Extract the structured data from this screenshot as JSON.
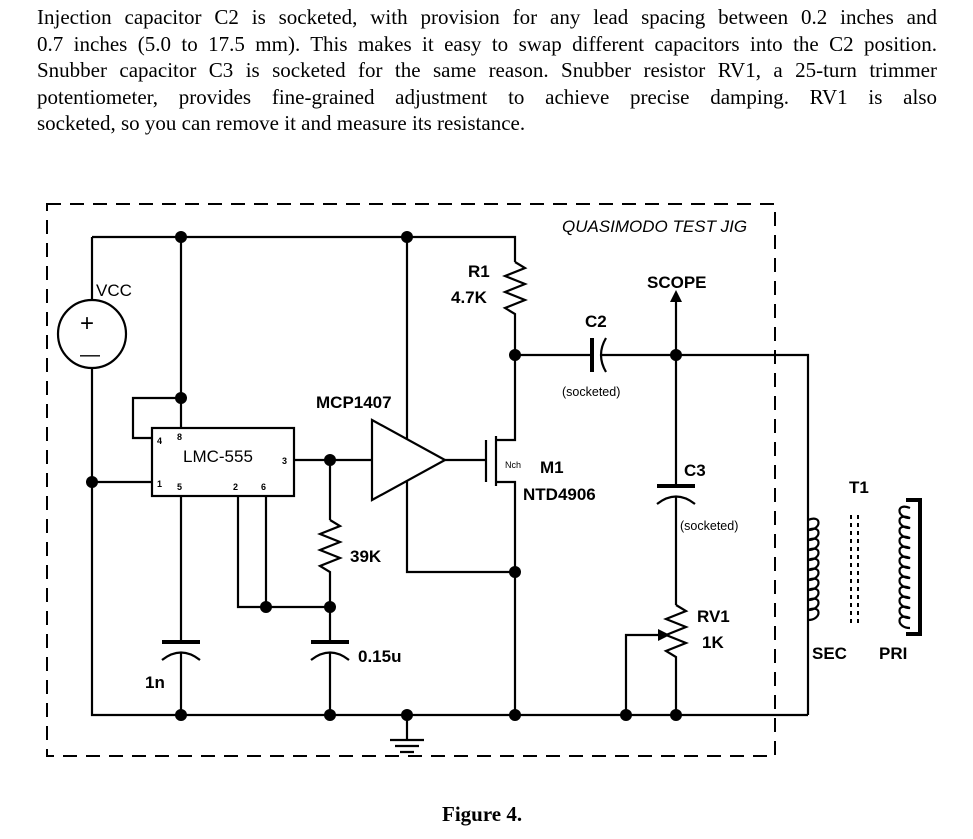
{
  "paragraph": {
    "lines": [
      "Injection capacitor C2 is socketed, with provision for any lead spacing between 0.2 inches and",
      "0.7 inches (5.0 to 17.5 mm).  This makes it easy to swap different capacitors into the C2 position.",
      "Snubber capacitor C3 is socketed for the same reason.  Snubber resistor RV1, a 25-turn trimmer",
      "potentiometer, provides fine-grained adjustment to achieve precise damping.   RV1 is also",
      "socketed, so you can remove it and measure its resistance."
    ]
  },
  "diagram": {
    "title": "QUASIMODO  TEST JIG",
    "vcc": "VCC",
    "vcc_plus": "+",
    "vcc_minus": "—",
    "ic555": {
      "name": "LMC-555",
      "pin4": "4",
      "pin8": "8",
      "pin3": "3",
      "pin1": "1",
      "pin5": "5",
      "pin2": "2",
      "pin6": "6"
    },
    "driver": "MCP1407",
    "r1": {
      "ref": "R1",
      "value": "4.7K"
    },
    "c2": {
      "ref": "C2",
      "note": "(socketed)"
    },
    "scope": "SCOPE",
    "mosfet": {
      "type": "Nch",
      "ref": "M1",
      "part": "NTD4906"
    },
    "c3": {
      "ref": "C3",
      "note": "(socketed)"
    },
    "rv1": {
      "ref": "RV1",
      "value": "1K"
    },
    "t1": {
      "ref": "T1",
      "sec": "SEC",
      "pri": "PRI"
    },
    "r39": "39K",
    "c015": "0.15u",
    "c1n": "1n"
  },
  "caption": "Figure 4."
}
